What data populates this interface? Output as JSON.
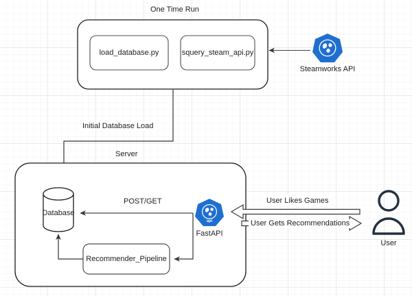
{
  "diagram": {
    "title_one_time_run": "One Time Run",
    "title_server": "Server",
    "groups": [
      {
        "name": "one-time-run",
        "label": "One Time Run"
      },
      {
        "name": "server",
        "label": "Server"
      }
    ],
    "nodes": {
      "load_database": "load_database.py",
      "squery_steam_api": "squery_steam_api.py",
      "database": "Database",
      "recommender_pipeline": "Recommender_Pipeline"
    },
    "icons": {
      "steamworks_api": {
        "icon": "api-heptagon-icon",
        "label": "Steamworks API",
        "color": "#1f6fd0",
        "inner_text": ""
      },
      "fastapi": {
        "icon": "api-heptagon-icon",
        "label": "FastAPI",
        "color": "#1f6fd0",
        "inner_text": "api"
      },
      "user": {
        "icon": "user-person-icon",
        "label": "User",
        "color": "#23303f"
      }
    },
    "edges": [
      {
        "name": "initial-database-load",
        "label": "Initial Database Load"
      },
      {
        "name": "post-get",
        "label": "POST/GET"
      },
      {
        "name": "user-likes-games",
        "label": "User Likes Games"
      },
      {
        "name": "user-gets-recommendations",
        "label": "User Gets Recommendations"
      },
      {
        "name": "steamworks-to-squery",
        "label": ""
      },
      {
        "name": "fastapi-to-recommender",
        "label": ""
      },
      {
        "name": "recommender-to-database",
        "label": ""
      }
    ],
    "colors": {
      "stroke": "#1a1a1a",
      "edge": "#444444",
      "accent_blue": "#1f6fd0",
      "user_dark": "#23303f",
      "grid": "#e8e8e8"
    }
  }
}
